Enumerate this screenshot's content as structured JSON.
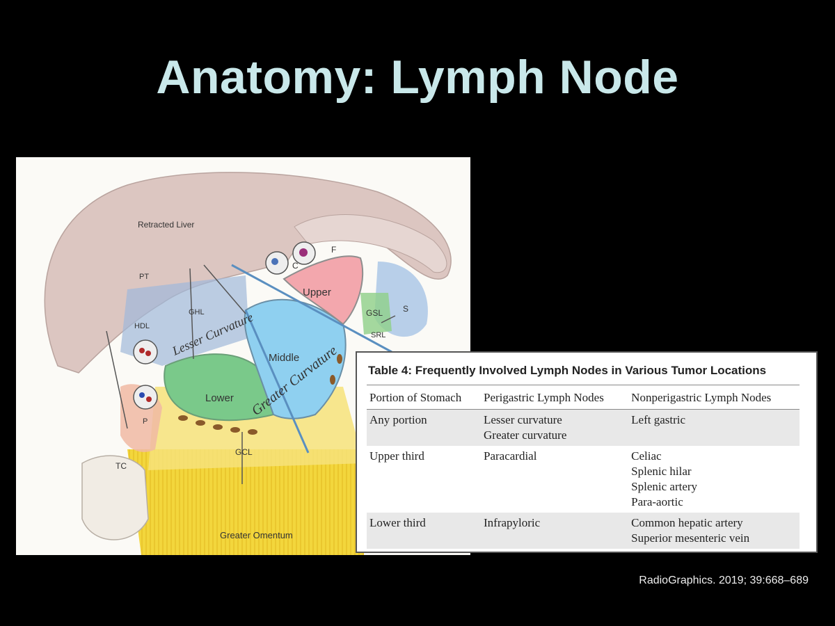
{
  "slide": {
    "title": "Anatomy: Lymph Node",
    "citation": "RadioGraphics. 2019; 39:668–689"
  },
  "figure": {
    "labels": {
      "retracted_liver": "Retracted Liver",
      "pt": "PT",
      "ghl": "GHL",
      "hdl": "HDL",
      "p": "P",
      "tc": "TC",
      "gcl": "GCL",
      "greater_omentum": "Greater Omentum",
      "c": "C",
      "f": "F",
      "gsl": "GSL",
      "s": "S",
      "srl": "SRL",
      "upper": "Upper",
      "middle": "Middle",
      "lower": "Lower",
      "lesser_curvature": "Lesser Curvature",
      "greater_curvature": "Greater Curvature"
    },
    "colors": {
      "upper": "#f3a7ad",
      "middle": "#8fd0f0",
      "lower": "#7ac98a",
      "omentum": "#f2d43a",
      "liver": "#d9c2bd"
    }
  },
  "table": {
    "title": "Table 4: Frequently Involved Lymph Nodes in Various Tumor Locations",
    "headers": [
      "Portion of Stomach",
      "Perigastric Lymph Nodes",
      "Nonperigastric Lymph Nodes"
    ],
    "rows": [
      {
        "portion": "Any portion",
        "perigastric": [
          "Lesser curvature",
          "Greater curvature"
        ],
        "nonperigastric": [
          "Left gastric"
        ]
      },
      {
        "portion": "Upper third",
        "perigastric": [
          "Paracardial"
        ],
        "nonperigastric": [
          "Celiac",
          "Splenic hilar",
          "Splenic artery",
          "Para-aortic"
        ]
      },
      {
        "portion": "Lower third",
        "perigastric": [
          "Infrapyloric"
        ],
        "nonperigastric": [
          "Common hepatic artery",
          "Superior mesenteric vein"
        ]
      }
    ]
  }
}
